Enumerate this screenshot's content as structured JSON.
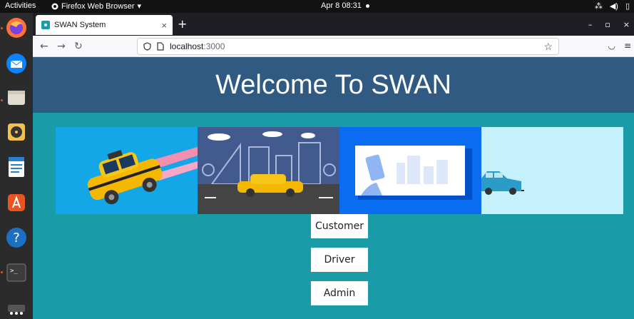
{
  "topbar": {
    "activities": "Activities",
    "app_name": "Firefox Web Browser",
    "clock": "Apr 8  08:31"
  },
  "browser": {
    "tab_title": "SWAN System",
    "url_host": "localhost",
    "url_port": ":3000"
  },
  "page": {
    "title": "Welcome To SWAN",
    "buttons": {
      "customer": "Customer",
      "driver": "Driver",
      "admin": "Admin"
    }
  },
  "colors": {
    "page_bg": "#1a9ca8",
    "header_bg": "#305a82"
  }
}
